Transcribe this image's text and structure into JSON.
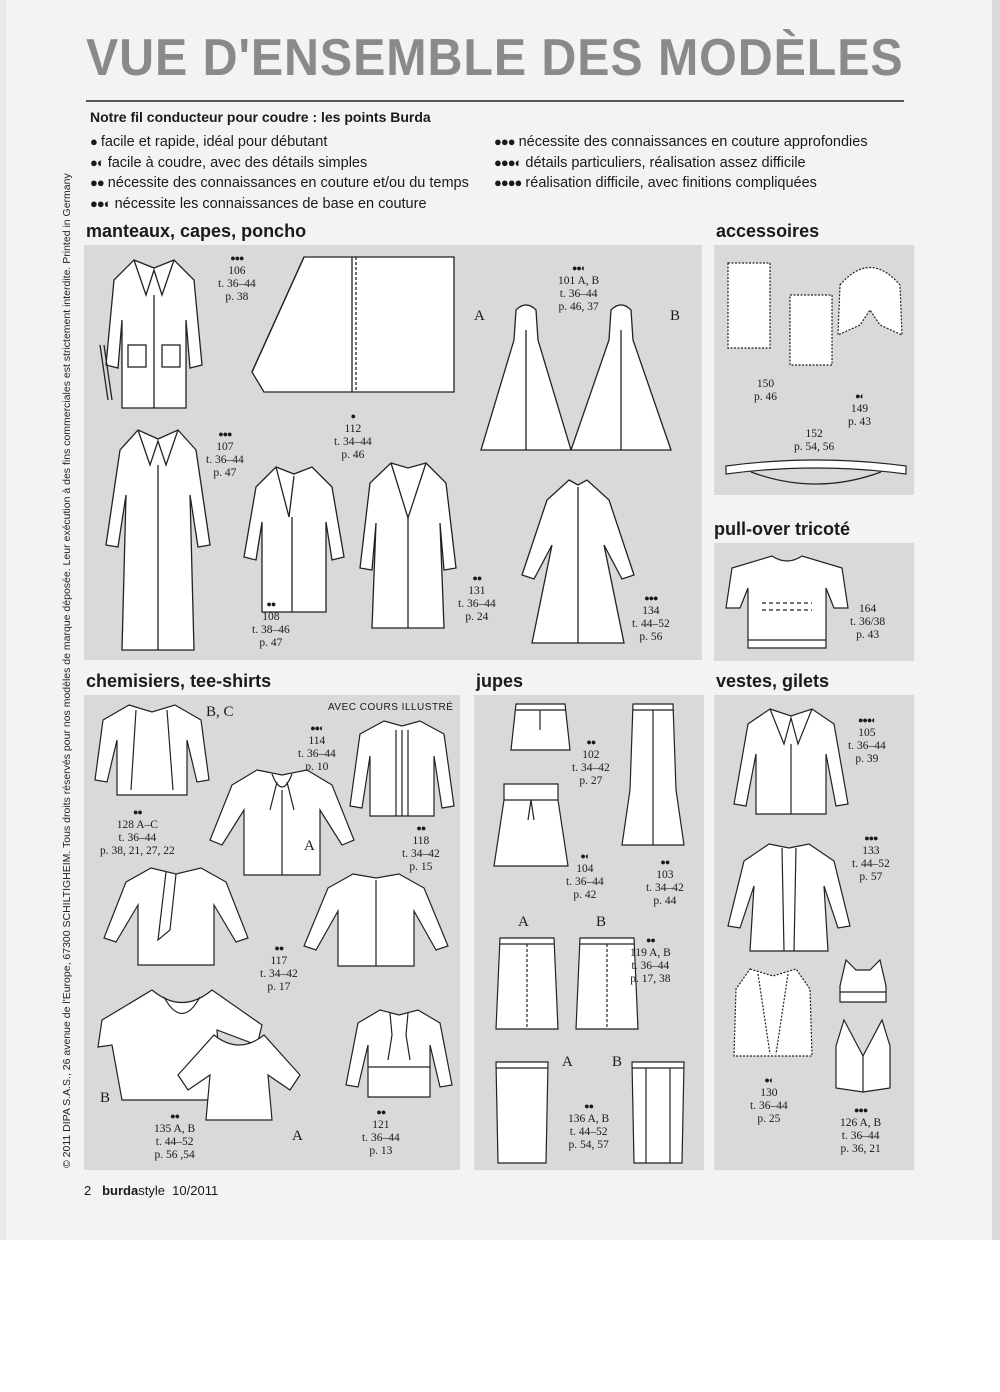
{
  "title": "VUE D'ENSEMBLE DES MODÈLES",
  "legend": {
    "heading": "Notre fil conducteur pour coudre : les points Burda",
    "left": [
      {
        "dots": "●",
        "text": "facile et rapide, idéal pour débutant"
      },
      {
        "dots": "●◐",
        "text": "facile à coudre, avec des détails simples"
      },
      {
        "dots": "●●",
        "text": "nécessite des connaissances en couture et/ou du temps"
      },
      {
        "dots": "●●◐",
        "text": "nécessite les connaissances de base en couture"
      }
    ],
    "right": [
      {
        "dots": "●●●",
        "text": "nécessite des connaissances en couture approfondies"
      },
      {
        "dots": "●●●◐",
        "text": "détails particuliers, réalisation assez difficile"
      },
      {
        "dots": "●●●●",
        "text": "réalisation difficile, avec finitions compliquées"
      }
    ]
  },
  "copyright": "© 2011 DIPA S.A.S., 26 avenue de l'Europe, 67300 SCHILTIGHEIM. Tous droits réservés pour nos modèles de marque déposée. Leur exécution à des fins commerciales est strictement interdite. Printed in Germany",
  "sections": {
    "coats": "manteaux, capes, poncho",
    "accessories": "accessoires",
    "sweater": "pull-over tricoté",
    "blouses": "chemisiers, tee-shirts",
    "skirts": "jupes",
    "jackets": "vestes, gilets"
  },
  "course_note": "AVEC COURS ILLUSTRÉ",
  "models": {
    "m106": {
      "dots": "●●●",
      "num": "106",
      "size": "t. 36–44",
      "page": "p. 38"
    },
    "m112": {
      "dots": "●",
      "num": "112",
      "size": "t. 34–44",
      "page": "p. 46"
    },
    "m101": {
      "dots": "●●◐",
      "num": "101 A, B",
      "size": "t. 36–44",
      "page": "p. 46, 37"
    },
    "m107": {
      "dots": "●●●",
      "num": "107",
      "size": "t. 36–44",
      "page": "p. 47"
    },
    "m108": {
      "dots": "●●",
      "num": "108",
      "size": "t. 38–46",
      "page": "p. 47"
    },
    "m131": {
      "dots": "●●",
      "num": "131",
      "size": "t. 36–44",
      "page": "p. 24"
    },
    "m134": {
      "dots": "●●●",
      "num": "134",
      "size": "t. 44–52",
      "page": "p. 56"
    },
    "m150": {
      "num": "150",
      "page": "p. 46"
    },
    "m149": {
      "dots": "●◐",
      "num": "149",
      "page": "p. 43"
    },
    "m152": {
      "num": "152",
      "page": "p. 54, 56"
    },
    "m164": {
      "num": "164",
      "size": "t. 36/38",
      "page": "p. 43"
    },
    "m128": {
      "dots": "●●",
      "num": "128 A–C",
      "size": "t. 36–44",
      "page": "p. 38, 21, 27, 22"
    },
    "m114": {
      "dots": "●●◐",
      "num": "114",
      "size": "t. 36–44",
      "page": "p. 10"
    },
    "m118": {
      "dots": "●●",
      "num": "118",
      "size": "t. 34–42",
      "page": "p. 15"
    },
    "m117": {
      "dots": "●●",
      "num": "117",
      "size": "t. 34–42",
      "page": "p. 17"
    },
    "m135": {
      "dots": "●●",
      "num": "135 A, B",
      "size": "t. 44–52",
      "page": "p. 56 ,54"
    },
    "m121": {
      "dots": "●●",
      "num": "121",
      "size": "t. 36–44",
      "page": "p. 13"
    },
    "m102": {
      "dots": "●●",
      "num": "102",
      "size": "t. 34–42",
      "page": "p. 27"
    },
    "m104": {
      "dots": "●◐",
      "num": "104",
      "size": "t. 36–44",
      "page": "p. 42"
    },
    "m103": {
      "dots": "●●",
      "num": "103",
      "size": "t. 34–42",
      "page": "p. 44"
    },
    "m119": {
      "dots": "●●",
      "num": "119 A, B",
      "size": "t. 36–44",
      "page": "p. 17, 38"
    },
    "m136": {
      "dots": "●●",
      "num": "136 A, B",
      "size": "t. 44–52",
      "page": "p. 54, 57"
    },
    "m105": {
      "dots": "●●●◐",
      "num": "105",
      "size": "t. 36–44",
      "page": "p. 39"
    },
    "m133": {
      "dots": "●●●",
      "num": "133",
      "size": "t. 44–52",
      "page": "p. 57"
    },
    "m130": {
      "dots": "●◐",
      "num": "130",
      "size": "t. 36–44",
      "page": "p. 25"
    },
    "m126": {
      "dots": "●●●",
      "num": "126 A, B",
      "size": "t. 36–44",
      "page": "p. 36, 21"
    }
  },
  "letters": {
    "a": "A",
    "b": "B",
    "bc": "B, C"
  },
  "footer": {
    "page": "2",
    "brand_bold": "burda",
    "brand_rest": "style",
    "issue": "10/2011"
  }
}
